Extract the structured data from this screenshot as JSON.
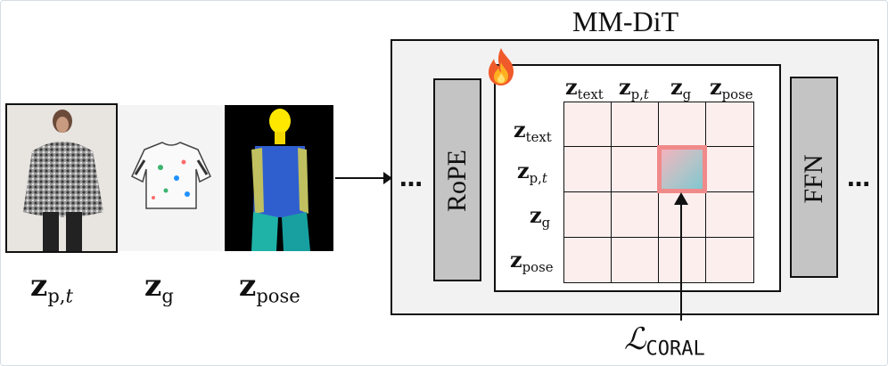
{
  "title": "MM-DiT",
  "rope_label": "RoPE",
  "ffn_label": "FFN",
  "ellipsis": "…",
  "flame_icon": "fire-icon",
  "loss_label": {
    "symbol": "ℒ",
    "subscript": "CORAL"
  },
  "inputs": [
    {
      "name": "image-person",
      "label_main": "z",
      "label_sub": "p,",
      "label_sub_italic": "t"
    },
    {
      "name": "image-garment",
      "label_main": "z",
      "label_sub": "g",
      "label_sub_italic": ""
    },
    {
      "name": "image-pose",
      "label_main": "z",
      "label_sub": "pose",
      "label_sub_italic": ""
    }
  ],
  "grid": {
    "columns": [
      {
        "main": "z",
        "sub": "text",
        "sub_italic": ""
      },
      {
        "main": "z",
        "sub": "p,",
        "sub_italic": "t"
      },
      {
        "main": "z",
        "sub": "g",
        "sub_italic": ""
      },
      {
        "main": "z",
        "sub": "pose",
        "sub_italic": ""
      }
    ],
    "rows": [
      {
        "main": "z",
        "sub": "text",
        "sub_italic": ""
      },
      {
        "main": "z",
        "sub": "p,",
        "sub_italic": "t"
      },
      {
        "main": "z",
        "sub": "g",
        "sub_italic": ""
      },
      {
        "main": "z",
        "sub": "pose",
        "sub_italic": ""
      }
    ],
    "highlight": {
      "row": 1,
      "col": 2
    },
    "colors": {
      "cell": "#fdeeee",
      "highlight_border": "#f08a8a",
      "highlight_from": "#f3b3bd",
      "highlight_to": "#7fc7cf"
    }
  },
  "colors": {
    "block_gray": "#c4c4c4",
    "panel_bg": "#f2f2f2"
  }
}
